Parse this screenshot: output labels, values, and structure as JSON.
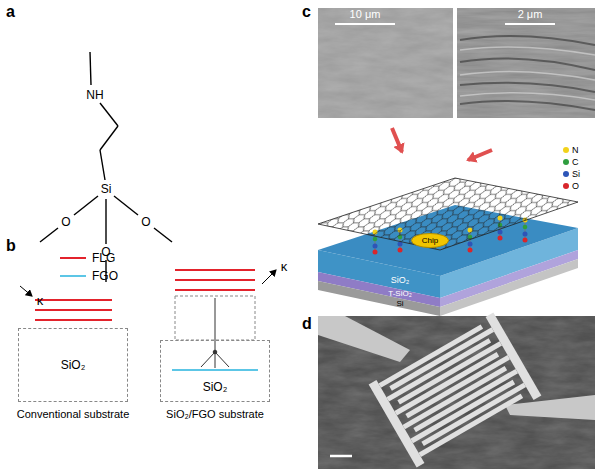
{
  "diagram": {
    "nodes": [
      {
        "text": [
          "SiO₂"
        ]
      },
      {
        "text": [
          "SiO₂"
        ]
      },
      {
        "text": [
          "Chip"
        ]
      }
    ],
    "labels": [
      "a",
      "NH",
      "Si",
      "O",
      "O",
      "O",
      "b",
      "κ",
      "κ",
      "Conventional substrate",
      "SiO₂/FGO substrate",
      "c",
      "10 μm",
      "2 μm",
      "SiO₂",
      "T-SiO₂",
      "Si",
      "d"
    ],
    "legend": [
      {
        "text": "FLG",
        "color": "#e3232c"
      },
      {
        "text": "FGO",
        "color": "#5cc6e6"
      },
      {
        "text": "N",
        "color": "#f2d21b"
      },
      {
        "text": "C",
        "color": "#2f9e3f"
      },
      {
        "text": "Si",
        "color": "#2d55b8"
      },
      {
        "text": "O",
        "color": "#d8262b"
      }
    ]
  }
}
